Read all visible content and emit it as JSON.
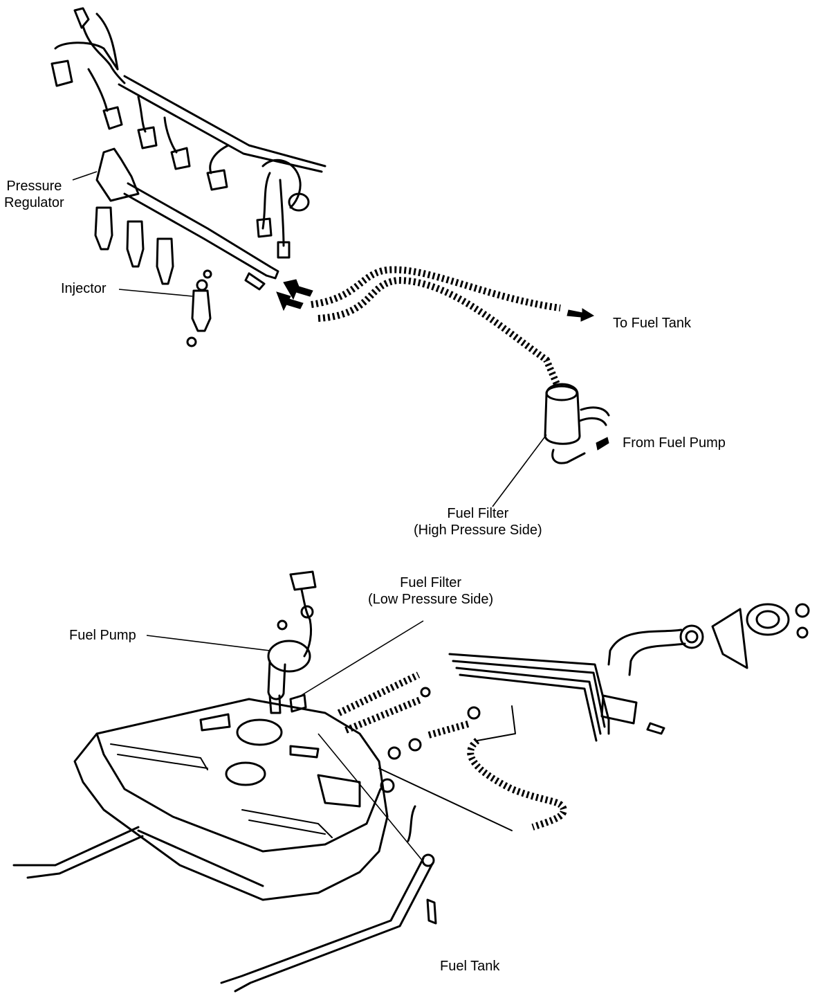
{
  "labels": {
    "pressure_regulator": [
      "Pressure",
      "Regulator"
    ],
    "injector": "Injector",
    "to_fuel_tank": "To Fuel Tank",
    "from_fuel_pump": "From Fuel Pump",
    "fuel_filter_high": [
      "Fuel Filter",
      "(High Pressure Side)"
    ],
    "fuel_filter_low": [
      "Fuel Filter",
      "(Low Pressure Side)"
    ],
    "fuel_pump": "Fuel Pump",
    "fuel_tank": "Fuel Tank"
  },
  "colors": {
    "ink": "#000000",
    "paper": "#ffffff"
  }
}
